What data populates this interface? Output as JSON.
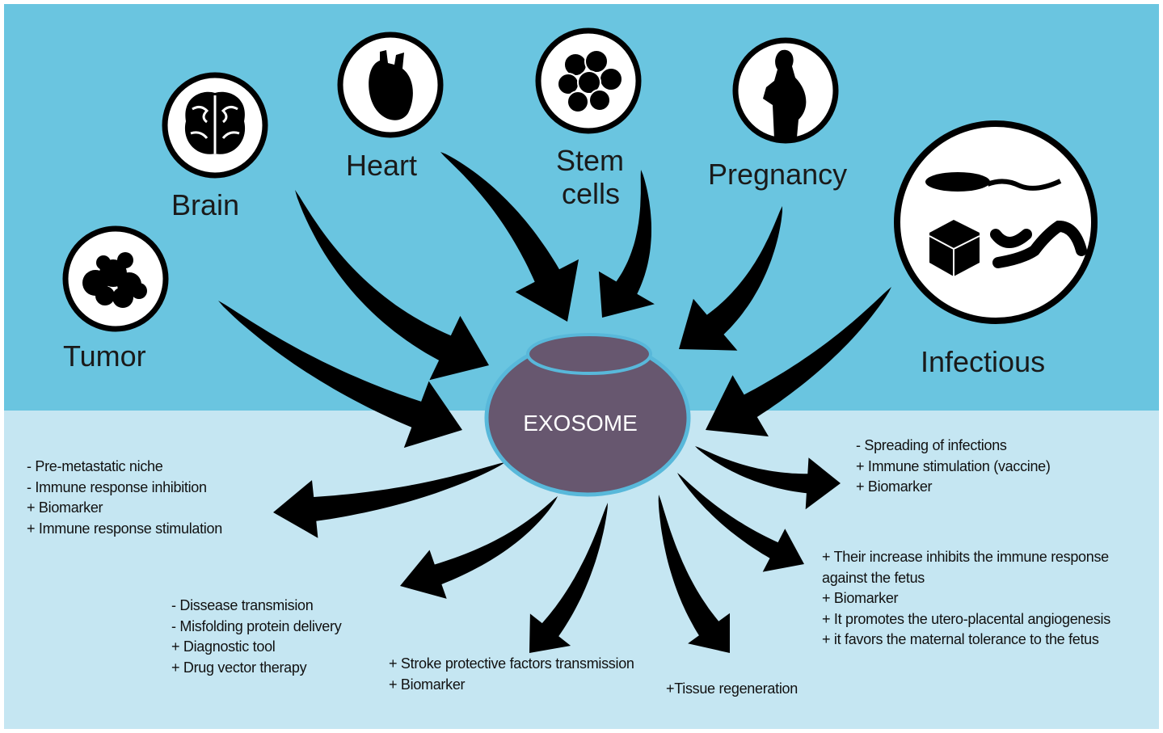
{
  "colors": {
    "top_bg": "#6AC5E0",
    "bottom_bg": "#C5E6F2",
    "exosome": "#67576F",
    "exosome_rim": "#58B8DA",
    "arrow": "#000000"
  },
  "center": {
    "label": "EXOSOME"
  },
  "sources": [
    {
      "label": "Tumor",
      "icon": "tumor-icon"
    },
    {
      "label": "Brain",
      "icon": "brain-icon"
    },
    {
      "label": "Heart",
      "icon": "heart-icon"
    },
    {
      "label_line1": "Stem",
      "label_line2": "cells",
      "icon": "stem-cells-icon"
    },
    {
      "label": "Pregnancy",
      "icon": "pregnant-woman-icon"
    },
    {
      "label": "Infectious",
      "icon": "pathogens-icon"
    }
  ],
  "effects": {
    "tumor": [
      "- Pre-metastatic niche",
      "- Immune response inhibition",
      "+ Biomarker",
      "+ Immune response stimulation"
    ],
    "brain": [
      "- Dissease transmision",
      "- Misfolding protein delivery",
      "+ Diagnostic tool",
      "+ Drug vector therapy"
    ],
    "heart": [
      "+ Stroke protective factors transmission",
      "+ Biomarker"
    ],
    "stem_cells": [
      "+Tissue regeneration"
    ],
    "pregnancy": [
      "+ Their increase  inhibits the immune response",
      "against the fetus",
      "+ Biomarker",
      "+ It promotes the utero-placental angiogenesis",
      "+ it favors the maternal tolerance to the fetus"
    ],
    "infectious": [
      "- Spreading of infections",
      "+ Immune stimulation (vaccine)",
      "+ Biomarker"
    ]
  }
}
